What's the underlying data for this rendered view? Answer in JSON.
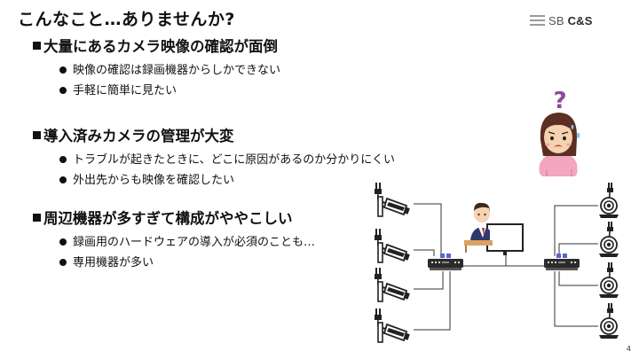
{
  "slide": {
    "title": "こんなこと…ありませんか?",
    "page_number": "4"
  },
  "logo": {
    "prefix": "SB",
    "suffix": "C&S"
  },
  "sections": [
    {
      "heading": "大量にあるカメラ映像の確認が面倒",
      "bullets": [
        "映像の確認は録画機器からしかできない",
        "手軽に簡単に見たい"
      ]
    },
    {
      "heading": "導入済みカメラの管理が大変",
      "bullets": [
        "トラブルが起きたときに、どこに原因があるのか分かりにくい",
        "外出先からも映像を確認したい"
      ]
    },
    {
      "heading": "周辺機器が多すぎて構成がややこしい",
      "bullets": [
        "録画用のハードウェアの導入が必須のことも…",
        "専用機器が多い"
      ]
    }
  ],
  "illustration": {
    "question_mark": "?"
  },
  "colors": {
    "accent_purple": "#8e4a9a",
    "face_skin": "#f6d2b0",
    "hair": "#5b2f23",
    "shirt_pink": "#f2a6bf",
    "switch_led": "#5566cc"
  }
}
